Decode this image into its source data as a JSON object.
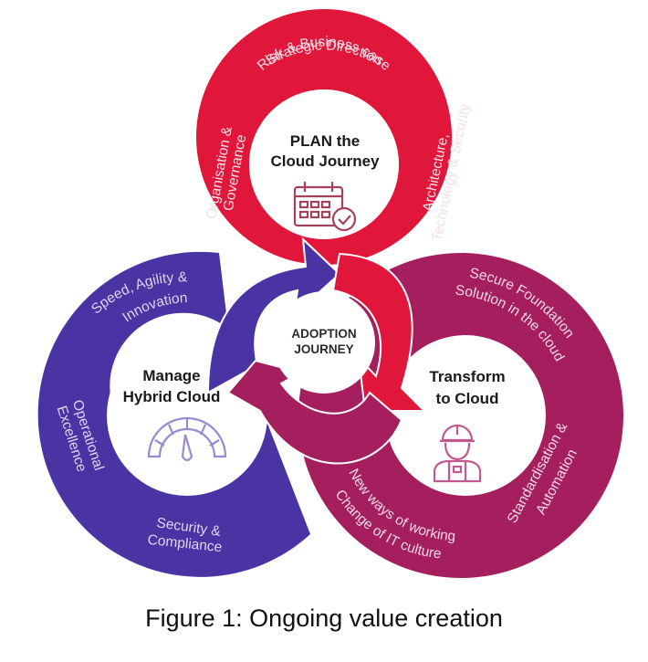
{
  "colors": {
    "plan": "#e0173a",
    "manage": "#4a34a4",
    "transform": "#a51f5f",
    "plan_icon": "#a3425a",
    "manage_icon": "#9a8ad0",
    "transform_icon": "#c05a8e"
  },
  "diagram": {
    "center": {
      "line1": "ADOPTION",
      "line2": "JOURNEY"
    },
    "plan": {
      "title_line1": "PLAN the",
      "title_line2": "Cloud Journey",
      "icon": "calendar-check-icon",
      "labels": {
        "top_line1": "Strategic Direction",
        "top_line2": "Risk & Business case",
        "left_line1": "Organisation &",
        "left_line2": "Governance",
        "right_line1": "Architecture,",
        "right_line2": "Technology & Security"
      }
    },
    "manage": {
      "title_line1": "Manage",
      "title_line2": "Hybrid Cloud",
      "icon": "speedometer-gauge-icon",
      "labels": {
        "top_line1": "Speed, Agility &",
        "top_line2": "Innovation",
        "left_line1": "Operational",
        "left_line2": "Excellence",
        "bottom_line1": "Security &",
        "bottom_line2": "Compliance"
      }
    },
    "transform": {
      "title_line1": "Transform",
      "title_line2": "to Cloud",
      "icon": "construction-worker-icon",
      "labels": {
        "top_line1": "Secure Foundation",
        "top_line2": "Solution in the cloud",
        "right_line1": "Standardisation &",
        "right_line2": "Automation",
        "bottom_line1": "New ways of working",
        "bottom_line2": "Change of IT culture"
      }
    }
  },
  "caption": "Figure 1: Ongoing value creation"
}
